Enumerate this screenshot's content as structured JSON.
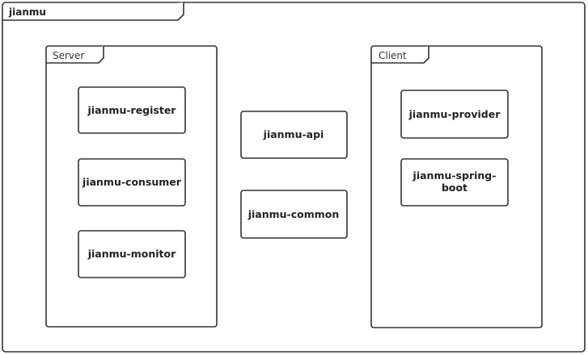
{
  "outer": {
    "title": "jianmu"
  },
  "server": {
    "title": "Server",
    "modules": [
      "jianmu-register",
      "jianmu-consumer",
      "jianmu-monitor"
    ]
  },
  "shared": {
    "modules": [
      "jianmu-api",
      "jianmu-common"
    ]
  },
  "client": {
    "title": "Client",
    "modules": [
      "jianmu-provider",
      "jianmu-spring-boot"
    ]
  }
}
